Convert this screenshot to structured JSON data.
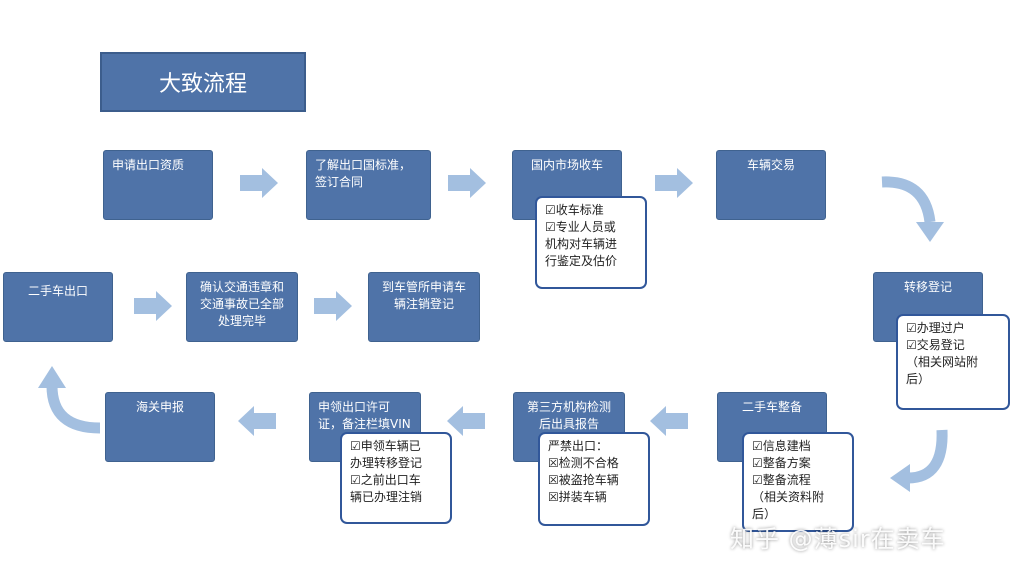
{
  "title": "大致流程",
  "steps": {
    "apply_export_qualification": "申请出口资质",
    "understand_export_standards": "了解出口国标准，签订合同",
    "domestic_purchase": "国内市场收车",
    "vehicle_transaction": "车辆交易",
    "transfer_registration": "转移登记",
    "used_car_reconditioning": "二手车整备",
    "third_party_inspection": "第三方机构检测后出具报告",
    "apply_export_license": "申领出口许可证，备注栏填VIN",
    "customs_declaration": "海关申报",
    "used_car_export": "二手车出口",
    "confirm_violations": "确认交通违章和交通事故已全部处理完毕",
    "dmv_cancellation": "到车管所申请车辆注销登记"
  },
  "notes": {
    "purchase": [
      "☑收车标准",
      "☑专业人员或",
      "机构对车辆进",
      "行鉴定及估价"
    ],
    "transfer": [
      "☑办理过户",
      "☑交易登记",
      "（相关网站附",
      "后）"
    ],
    "reconditioning": [
      "☑信息建档",
      "☑整备方案",
      "☑整备流程",
      "（相关资料附",
      "后）"
    ],
    "inspection": [
      "严禁出口：",
      "☒检测不合格",
      "☒被盗抢车辆",
      "☒拼装车辆"
    ],
    "license": [
      "☑申领车辆已",
      "办理转移登记",
      "☑之前出口车",
      "辆已办理注销"
    ]
  },
  "watermark": "知乎 @薄sir在卖车",
  "colors": {
    "box": "#4f73a8",
    "arrow": "#a3bfe0",
    "note_border": "#31579a"
  }
}
